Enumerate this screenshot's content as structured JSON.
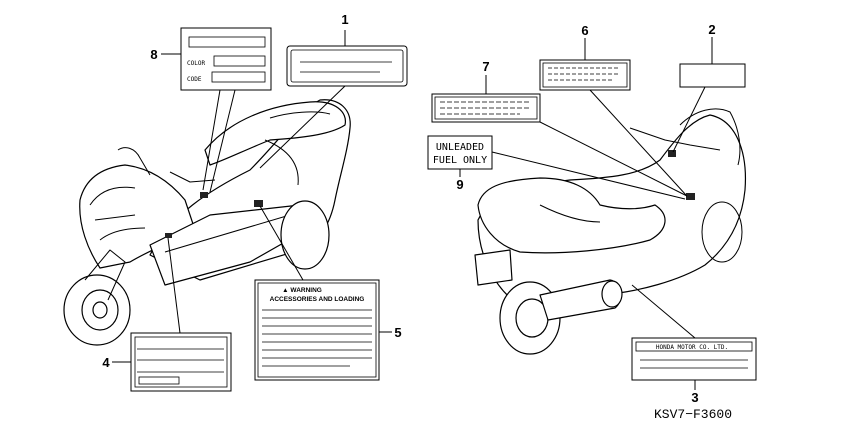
{
  "callouts": [
    {
      "number": "1"
    },
    {
      "number": "2"
    },
    {
      "number": "3"
    },
    {
      "number": "4"
    },
    {
      "number": "5"
    },
    {
      "number": "6"
    },
    {
      "number": "7"
    },
    {
      "number": "8"
    },
    {
      "number": "9"
    }
  ],
  "labels": {
    "color_code": {
      "color_text": "COLOR",
      "code_text": "CODE"
    },
    "warning": {
      "line1": "▲ WARNING",
      "line2": "ACCESSORIES AND LOADING"
    },
    "fuel": {
      "line1": "UNLEADED",
      "line2": "FUEL ONLY"
    },
    "maker": {
      "text": "HONDA MOTOR CO. LTD."
    }
  },
  "diagram_code": "KSV7−F3600"
}
